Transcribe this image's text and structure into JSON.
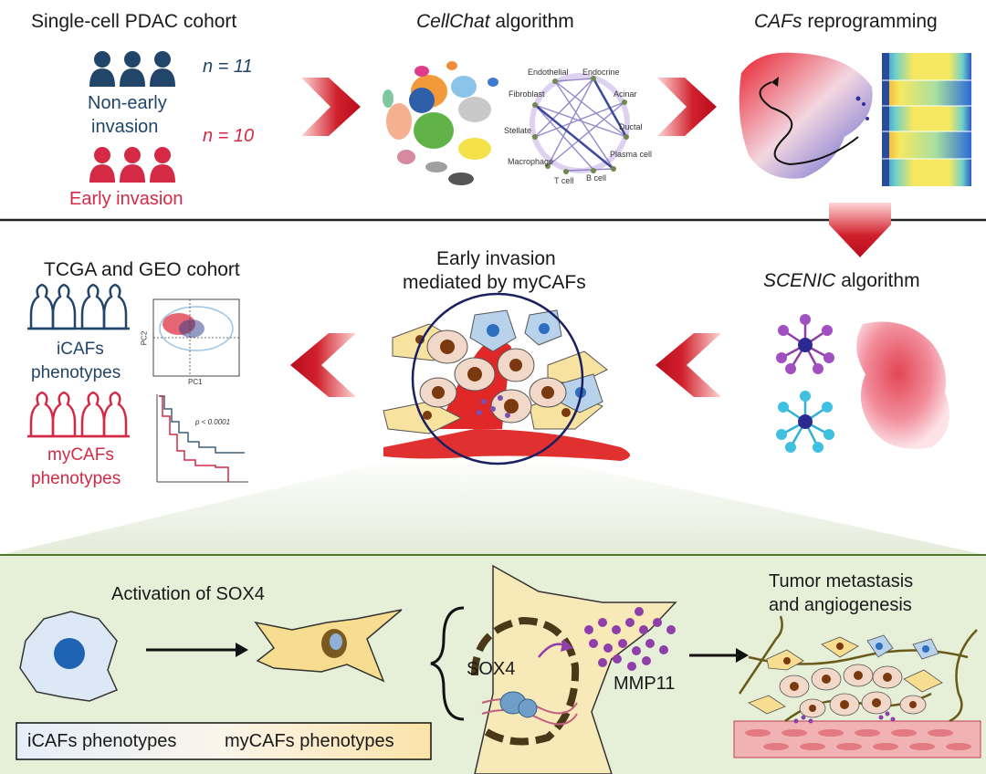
{
  "panel1": {
    "title": "Single-cell PDAC cohort",
    "non_early_line1": "Non-early",
    "non_early_line2": "invasion",
    "early_label": "Early invasion",
    "n_non_early": "n = 11",
    "n_early": "n = 10"
  },
  "panel2": {
    "title_italic": "CellChat",
    "title_rest": " algorithm",
    "network_labels": [
      "Endothelial",
      "Endocrine",
      "Fibroblast",
      "Acinar",
      "Stellate",
      "Ductal",
      "Macrophage",
      "Plasma cell",
      "T cell",
      "B cell"
    ]
  },
  "panel3": {
    "title_italic": "CAFs",
    "title_rest": " reprogramming"
  },
  "panel4": {
    "title_italic": "SCENIC",
    "title_rest": " algorithm"
  },
  "panel5": {
    "title_line1": "Early invasion",
    "title_line2": "mediated by myCAFs"
  },
  "panel6": {
    "title": "TCGA and GEO cohort",
    "icafs_line1": "iCAFs",
    "icafs_line2": "phenotypes",
    "mycafs_line1": "myCAFs",
    "mycafs_line2": "phenotypes",
    "pc1": "PC1",
    "pc2": "PC2",
    "pvalue": "p < 0.0001"
  },
  "bottom": {
    "activation": "Activation of SOX4",
    "sox4": "SOX4",
    "mmp11": "MMP11",
    "metastasis_line1": "Tumor metastasis",
    "metastasis_line2": "and angiogenesis",
    "legend_icafs": "iCAFs phenotypes",
    "legend_mycafs": "myCAFs phenotypes"
  },
  "colors": {
    "navy": "#22456a",
    "crimson": "#d42a45",
    "arrow_red": "#c8102e",
    "fibroblast_yellow": "#f6dd8f",
    "green_bg": "#e6efd8",
    "purple": "#8e3fa8"
  }
}
